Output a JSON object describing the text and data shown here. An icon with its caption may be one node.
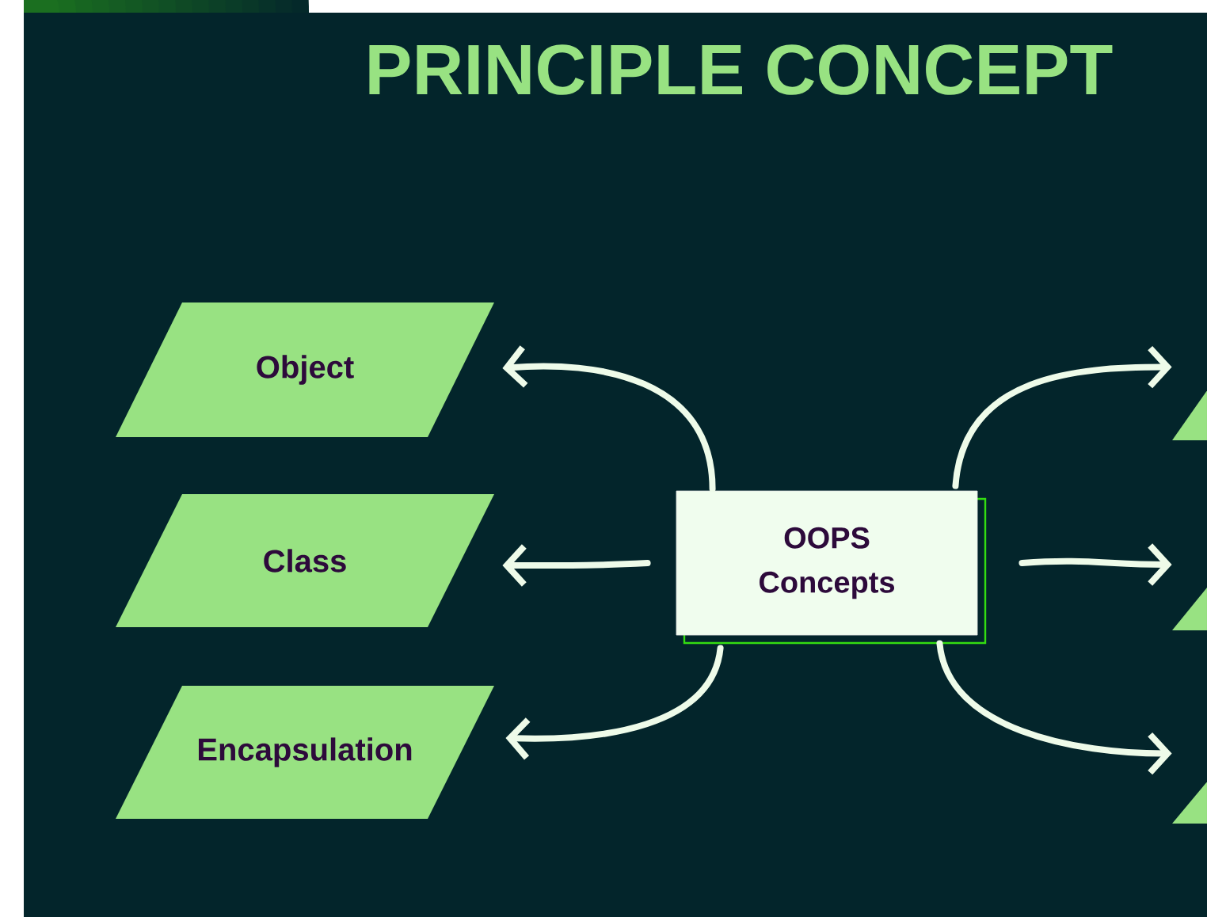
{
  "diagram": {
    "title": "PRINCIPLE CONCEPT",
    "nodes": [
      {
        "text": [
          "Object"
        ]
      },
      {
        "text": [
          "Class"
        ]
      },
      {
        "text": [
          "Encapsulation"
        ]
      },
      {
        "text": [
          "OOPS Concepts"
        ]
      },
      {
        "text": [],
        "shape": "parallelogram"
      },
      {
        "text": [],
        "shape": "parallelogram"
      },
      {
        "text": [],
        "shape": "parallelogram"
      }
    ],
    "edges": [
      {
        "from": 3,
        "to": 0,
        "arrow": "to"
      },
      {
        "from": 3,
        "to": 1,
        "arrow": "to"
      },
      {
        "from": 3,
        "to": 2,
        "arrow": "to"
      },
      {
        "from": 3,
        "to": 4,
        "arrow": "to"
      },
      {
        "from": 3,
        "to": 5,
        "arrow": "to"
      },
      {
        "from": 3,
        "to": 6,
        "arrow": "to"
      }
    ]
  }
}
